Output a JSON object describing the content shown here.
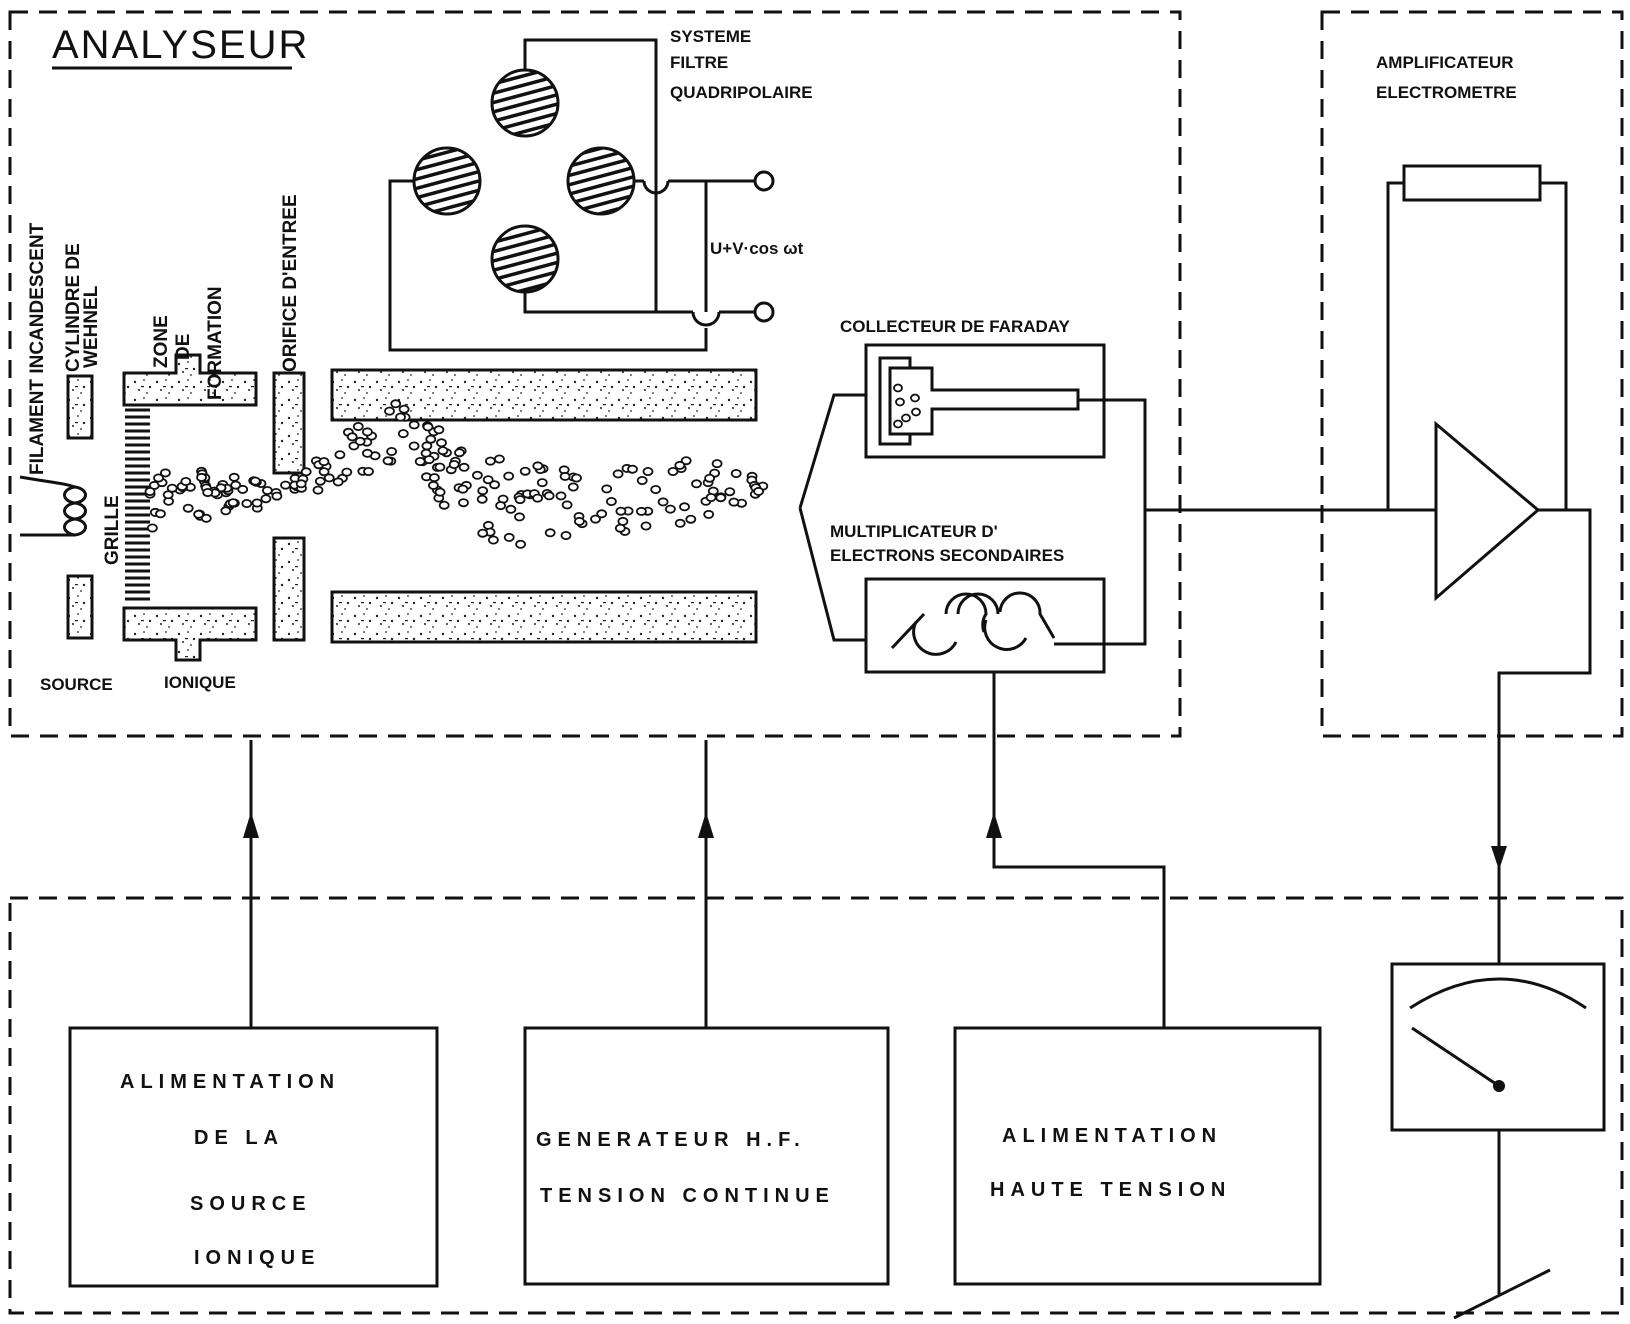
{
  "title": "ANALYSEUR",
  "labels": {
    "systeme": "SYSTEME",
    "filtre": "FILTRE",
    "quadripolaire": "QUADRIPOLAIRE",
    "voltage": "U+V·cos ωt",
    "collecteur": "COLLECTEUR DE FARADAY",
    "multiplicateur_1": "MULTIPLICATEUR D'",
    "multiplicateur_2": "ELECTRONS SECONDAIRES",
    "amplificateur_1": "AMPLIFICATEUR",
    "amplificateur_2": "ELECTROMETRE",
    "filament": "FILAMENT INCANDESCENT",
    "cylindre_1": "CYLINDRE DE",
    "cylindre_2": "WEHNEL",
    "zone_1": "ZONE",
    "zone_2": "DE",
    "zone_3": "FORMATION",
    "orifice": "ORIFICE D'ENTREE",
    "grille": "GRILLE",
    "source": "SOURCE",
    "ionique": "IONIQUE"
  },
  "blocks": {
    "alim_source": [
      "ALIMENTATION",
      "DE LA",
      "SOURCE",
      "IONIQUE"
    ],
    "generateur": [
      "GENERATEUR H.F.",
      "TENSION CONTINUE"
    ],
    "haute_tension": [
      "ALIMENTATION",
      "HAUTE TENSION"
    ]
  },
  "icons": {
    "meter": "analog-meter-icon",
    "ground": "ground-icon"
  }
}
